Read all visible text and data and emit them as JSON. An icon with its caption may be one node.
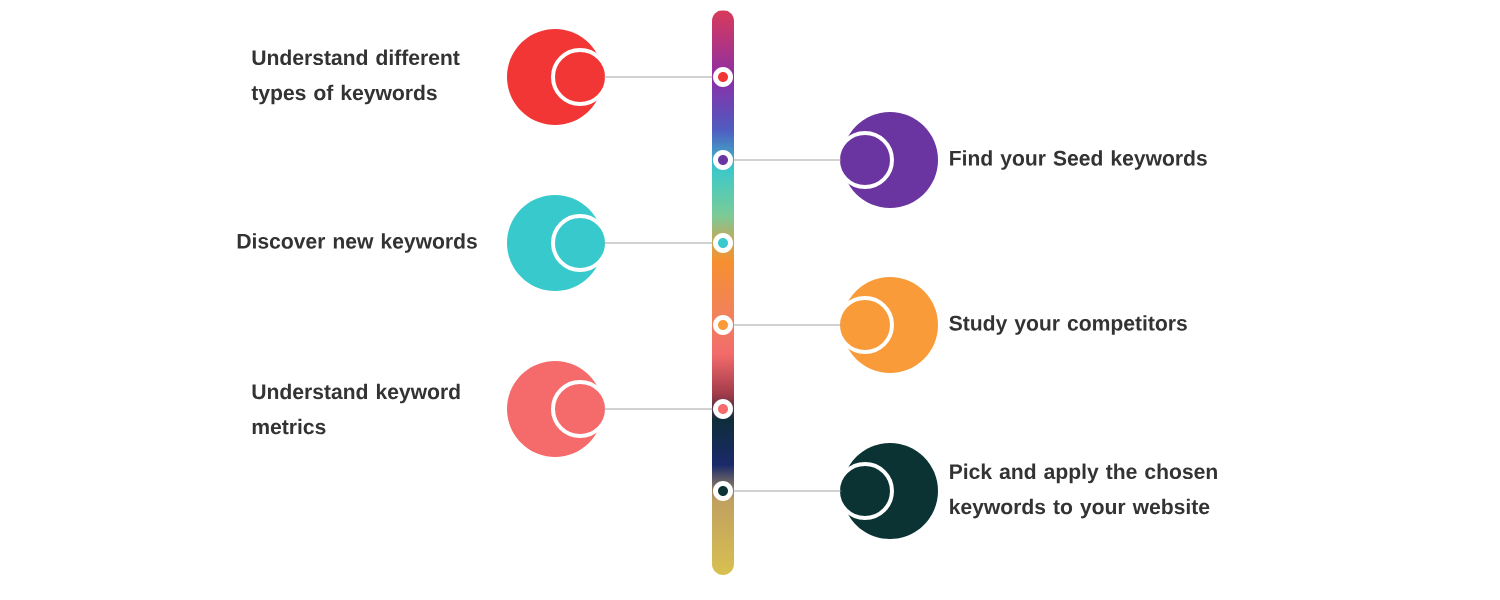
{
  "diagram": {
    "nodes": [
      {
        "text": [
          "Understand different types of keywords"
        ]
      },
      {
        "text": [
          "Find your Seed keywords"
        ]
      },
      {
        "text": [
          "Discover new keywords"
        ]
      },
      {
        "text": [
          "Study your competitors"
        ]
      },
      {
        "text": [
          "Understand keyword metrics"
        ]
      },
      {
        "text": [
          "Pick and apply the chosen keywords to your website"
        ]
      },
      {
        "text": [],
        "shape": "circle"
      },
      {
        "text": [],
        "shape": "circle"
      },
      {
        "text": [],
        "shape": "circle"
      },
      {
        "text": [],
        "shape": "circle"
      },
      {
        "text": [],
        "shape": "circle"
      },
      {
        "text": [],
        "shape": "circle"
      }
    ],
    "edges": [
      {
        "from": 0,
        "to": 6,
        "arrow": "none"
      },
      {
        "from": 1,
        "to": 7,
        "arrow": "none"
      },
      {
        "from": 2,
        "to": 8,
        "arrow": "none"
      },
      {
        "from": 3,
        "to": 9,
        "arrow": "none"
      },
      {
        "from": 4,
        "to": 10,
        "arrow": "none"
      },
      {
        "from": 5,
        "to": 11,
        "arrow": "none"
      }
    ]
  }
}
